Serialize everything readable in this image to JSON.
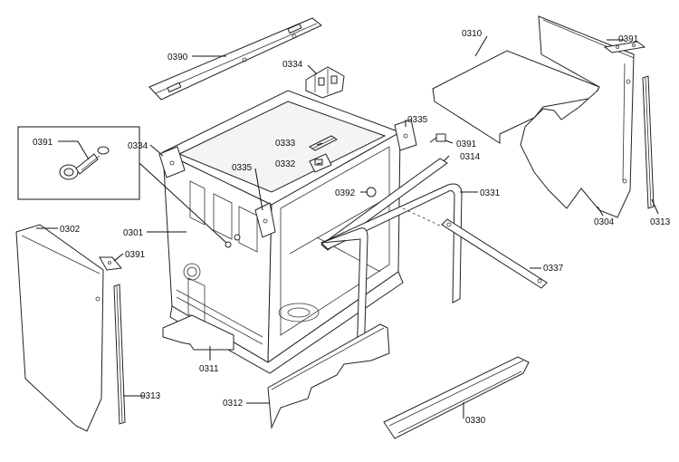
{
  "labels": {
    "p0390": "0390",
    "p0334a": "0334",
    "p0334b": "0334",
    "p0310": "0310",
    "p0391a": "0391",
    "p0391b": "0391",
    "p0391c": "0391",
    "p0391d": "0391",
    "p0335a": "0335",
    "p0335b": "0335",
    "p0333": "0333",
    "p0332": "0332",
    "p0314": "0314",
    "p0392": "0392",
    "p0331": "0331",
    "p0301": "0301",
    "p0302": "0302",
    "p0337": "0337",
    "p0304": "0304",
    "p0313a": "0313",
    "p0313b": "0313",
    "p0311": "0311",
    "p0312": "0312",
    "p0330": "0330"
  }
}
